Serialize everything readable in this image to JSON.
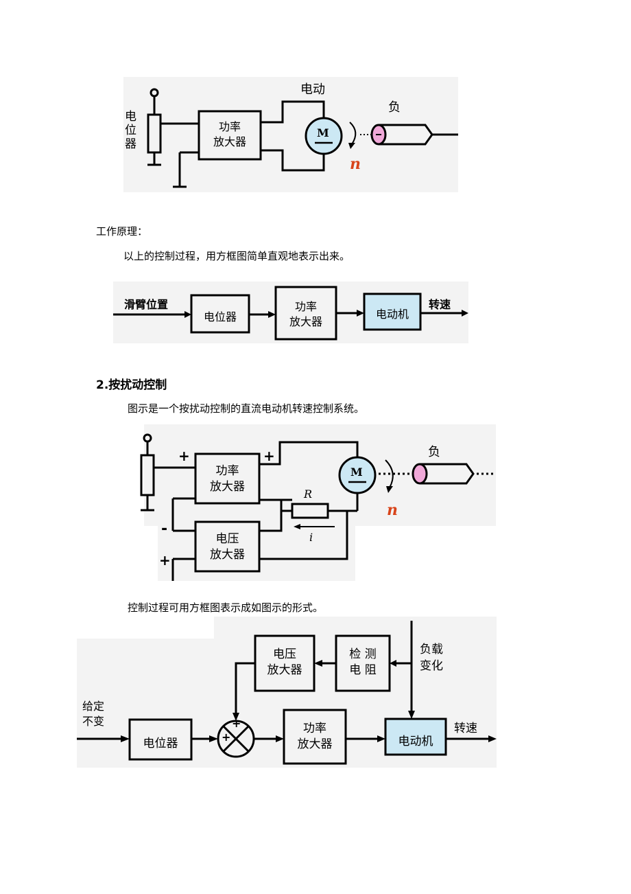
{
  "fig1": {
    "motor_top_label": "电动",
    "load_label": "负",
    "pot_label": [
      "电",
      "位",
      "器"
    ],
    "amp_label": [
      "功率",
      "放大器"
    ],
    "motor_symbol": "M",
    "speed_symbol": "n"
  },
  "section_label": "工作原理：",
  "para1": "以上的控制过程，用方框图简单直观地表示出来。",
  "bd1": {
    "input": "滑臂位置",
    "pot": "电位器",
    "amp": [
      "功率",
      "放大器"
    ],
    "motor": "电动机",
    "output": "转速"
  },
  "heading2": "2.按扰动控制",
  "para2": "图示是一个按扰动控制的直流电动机转速控制系统。",
  "fig2": {
    "plus1": "+",
    "plus2": "+",
    "minus": "-",
    "plus3": "+",
    "amp": [
      "功率",
      "放大器"
    ],
    "vamp": [
      "电压",
      "放大器"
    ],
    "resistor": "R",
    "current": "i",
    "motor_symbol": "M",
    "speed_symbol": "n",
    "load_label": "负"
  },
  "para3": "控制过程可用方框图表示成如图示的形式。",
  "bd2": {
    "input": [
      "给定",
      "不变"
    ],
    "pot": "电位器",
    "sum_plus_top": "+",
    "sum_plus_left": "+",
    "amp": [
      "功率",
      "放大器"
    ],
    "motor": "电动机",
    "output": "转速",
    "vamp": [
      "电压",
      "放大器"
    ],
    "sense": [
      "检 测",
      "电 阻"
    ],
    "disturb": [
      "负载",
      "变化"
    ]
  },
  "colors": {
    "motor_fill": "#cce8f4",
    "load_fill": "#f0a8d8",
    "n_color": "#d8441a",
    "panel_bg": "#f3f3f3"
  }
}
